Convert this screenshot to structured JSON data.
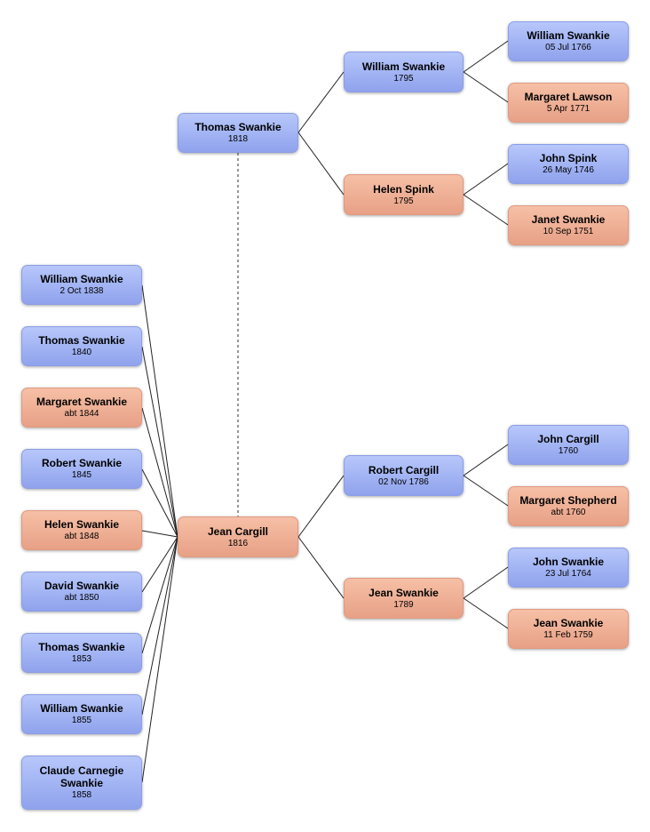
{
  "colors": {
    "male": "#a1b4f5",
    "female": "#eeb094",
    "line": "#222222"
  },
  "people": {
    "thomas_father": {
      "name": "Thomas Swankie",
      "date": "1818",
      "sex": "male"
    },
    "jean_mother": {
      "name": "Jean Cargill",
      "date": "1816",
      "sex": "female"
    },
    "william_1795": {
      "name": "William Swankie",
      "date": "1795",
      "sex": "male"
    },
    "helen_spink": {
      "name": "Helen Spink",
      "date": "1795",
      "sex": "female"
    },
    "william_1766": {
      "name": "William Swankie",
      "date": "05 Jul 1766",
      "sex": "male"
    },
    "margaret_lawson": {
      "name": "Margaret Lawson",
      "date": "5 Apr 1771",
      "sex": "female"
    },
    "john_spink": {
      "name": "John Spink",
      "date": "26 May 1746",
      "sex": "male"
    },
    "janet_swankie": {
      "name": "Janet Swankie",
      "date": "10 Sep 1751",
      "sex": "female"
    },
    "robert_cargill": {
      "name": "Robert Cargill",
      "date": "02 Nov 1786",
      "sex": "male"
    },
    "jean_1789": {
      "name": "Jean Swankie",
      "date": "1789",
      "sex": "female"
    },
    "john_cargill": {
      "name": "John Cargill",
      "date": "1760",
      "sex": "male"
    },
    "margaret_shepherd": {
      "name": "Margaret Shepherd",
      "date": "abt 1760",
      "sex": "female"
    },
    "john_swankie": {
      "name": "John Swankie",
      "date": "23 Jul 1764",
      "sex": "male"
    },
    "jean_1759": {
      "name": "Jean Swankie",
      "date": "11 Feb 1759",
      "sex": "female"
    }
  },
  "children": [
    {
      "name": "William Swankie",
      "date": "2 Oct 1838",
      "sex": "male"
    },
    {
      "name": "Thomas Swankie",
      "date": "1840",
      "sex": "male"
    },
    {
      "name": "Margaret Swankie",
      "date": "abt 1844",
      "sex": "female"
    },
    {
      "name": "Robert Swankie",
      "date": "1845",
      "sex": "male"
    },
    {
      "name": "Helen Swankie",
      "date": "abt 1848",
      "sex": "female"
    },
    {
      "name": "David Swankie",
      "date": "abt 1850",
      "sex": "male"
    },
    {
      "name": "Thomas Swankie",
      "date": "1853",
      "sex": "male"
    },
    {
      "name": "William Swankie",
      "date": "1855",
      "sex": "male"
    },
    {
      "name": "Claude Carnegie Swankie",
      "date": "1858",
      "sex": "male"
    }
  ]
}
